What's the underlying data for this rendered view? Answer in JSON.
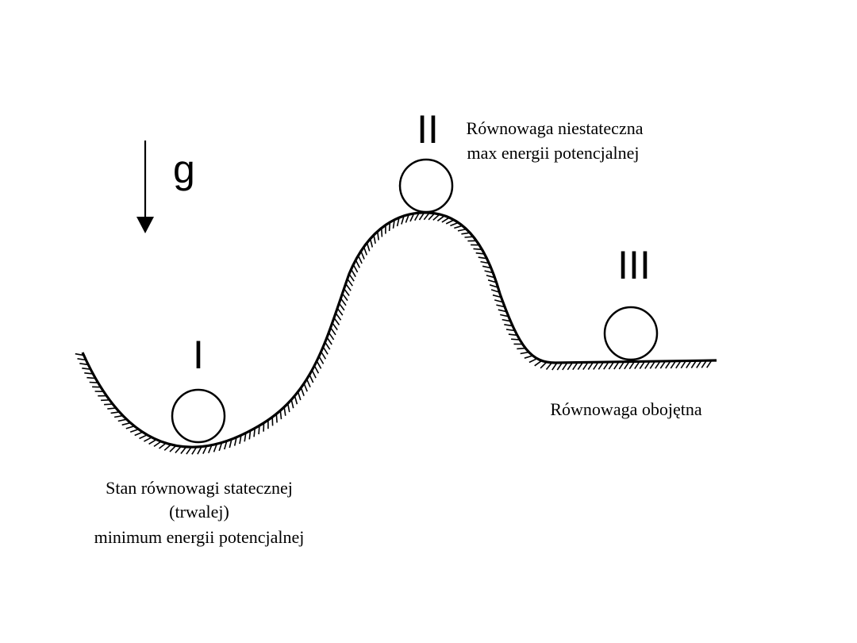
{
  "gravity": {
    "symbol": "g"
  },
  "states": [
    {
      "numeral": "I",
      "caption_lines": [
        "Stan równowagi statecznej",
        "(trwalej)",
        "minimum energii potencjalnej"
      ]
    },
    {
      "numeral": "II",
      "caption_lines": [
        "Równowaga niestateczna",
        "max energii potencjalnej"
      ]
    },
    {
      "numeral": "III",
      "caption_lines": [
        "Równowaga obojętna"
      ]
    }
  ],
  "colors": {
    "ink": "#000000",
    "background": "#ffffff"
  },
  "icons": {
    "arrow": "down-arrow-icon",
    "ball": "ball-icon"
  }
}
